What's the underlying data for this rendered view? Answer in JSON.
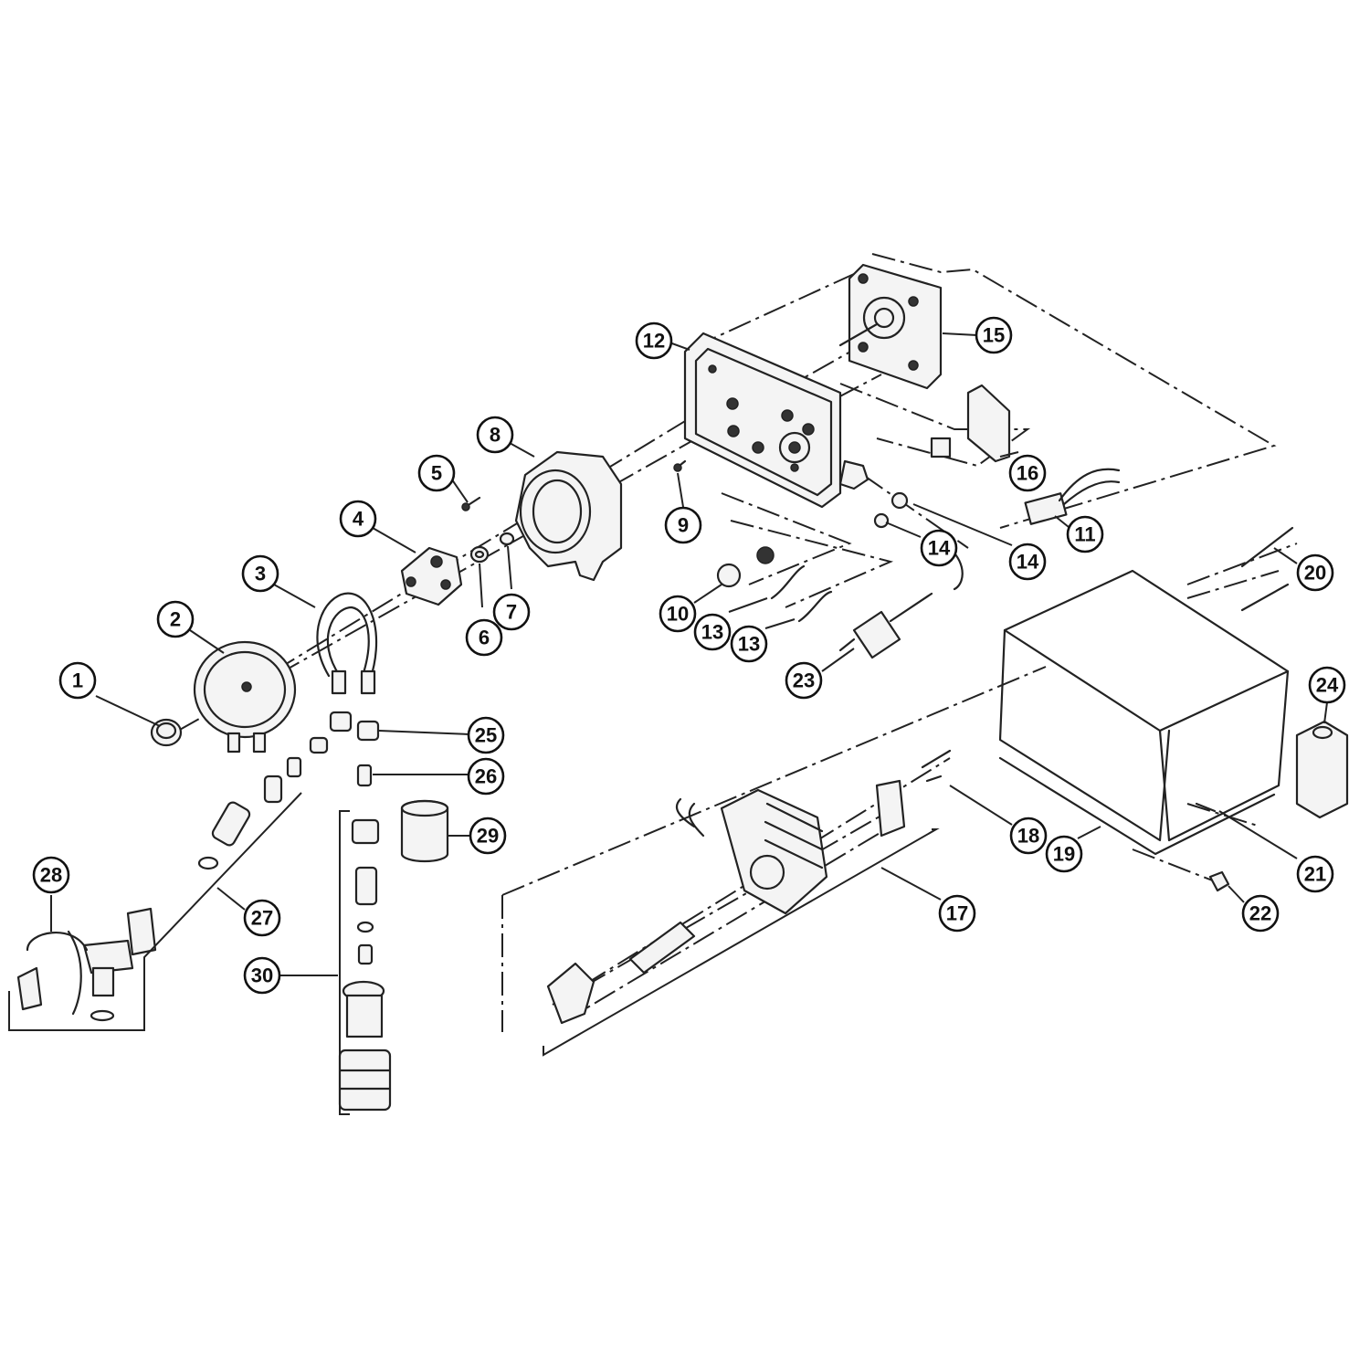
{
  "callouts": [
    {
      "id": "1",
      "label": "1"
    },
    {
      "id": "2",
      "label": "2"
    },
    {
      "id": "3",
      "label": "3"
    },
    {
      "id": "4",
      "label": "4"
    },
    {
      "id": "5",
      "label": "5"
    },
    {
      "id": "6",
      "label": "6"
    },
    {
      "id": "7",
      "label": "7"
    },
    {
      "id": "8",
      "label": "8"
    },
    {
      "id": "9",
      "label": "9"
    },
    {
      "id": "10",
      "label": "10"
    },
    {
      "id": "11",
      "label": "11"
    },
    {
      "id": "12",
      "label": "12"
    },
    {
      "id": "13a",
      "label": "13"
    },
    {
      "id": "13b",
      "label": "13"
    },
    {
      "id": "14a",
      "label": "14"
    },
    {
      "id": "14b",
      "label": "14"
    },
    {
      "id": "15",
      "label": "15"
    },
    {
      "id": "16",
      "label": "16"
    },
    {
      "id": "17",
      "label": "17"
    },
    {
      "id": "18",
      "label": "18"
    },
    {
      "id": "19",
      "label": "19"
    },
    {
      "id": "20",
      "label": "20"
    },
    {
      "id": "21",
      "label": "21"
    },
    {
      "id": "22",
      "label": "22"
    },
    {
      "id": "23",
      "label": "23"
    },
    {
      "id": "24",
      "label": "24"
    },
    {
      "id": "25",
      "label": "25"
    },
    {
      "id": "26",
      "label": "26"
    },
    {
      "id": "27",
      "label": "27"
    },
    {
      "id": "28",
      "label": "28"
    },
    {
      "id": "29",
      "label": "29"
    },
    {
      "id": "30",
      "label": "30"
    }
  ]
}
